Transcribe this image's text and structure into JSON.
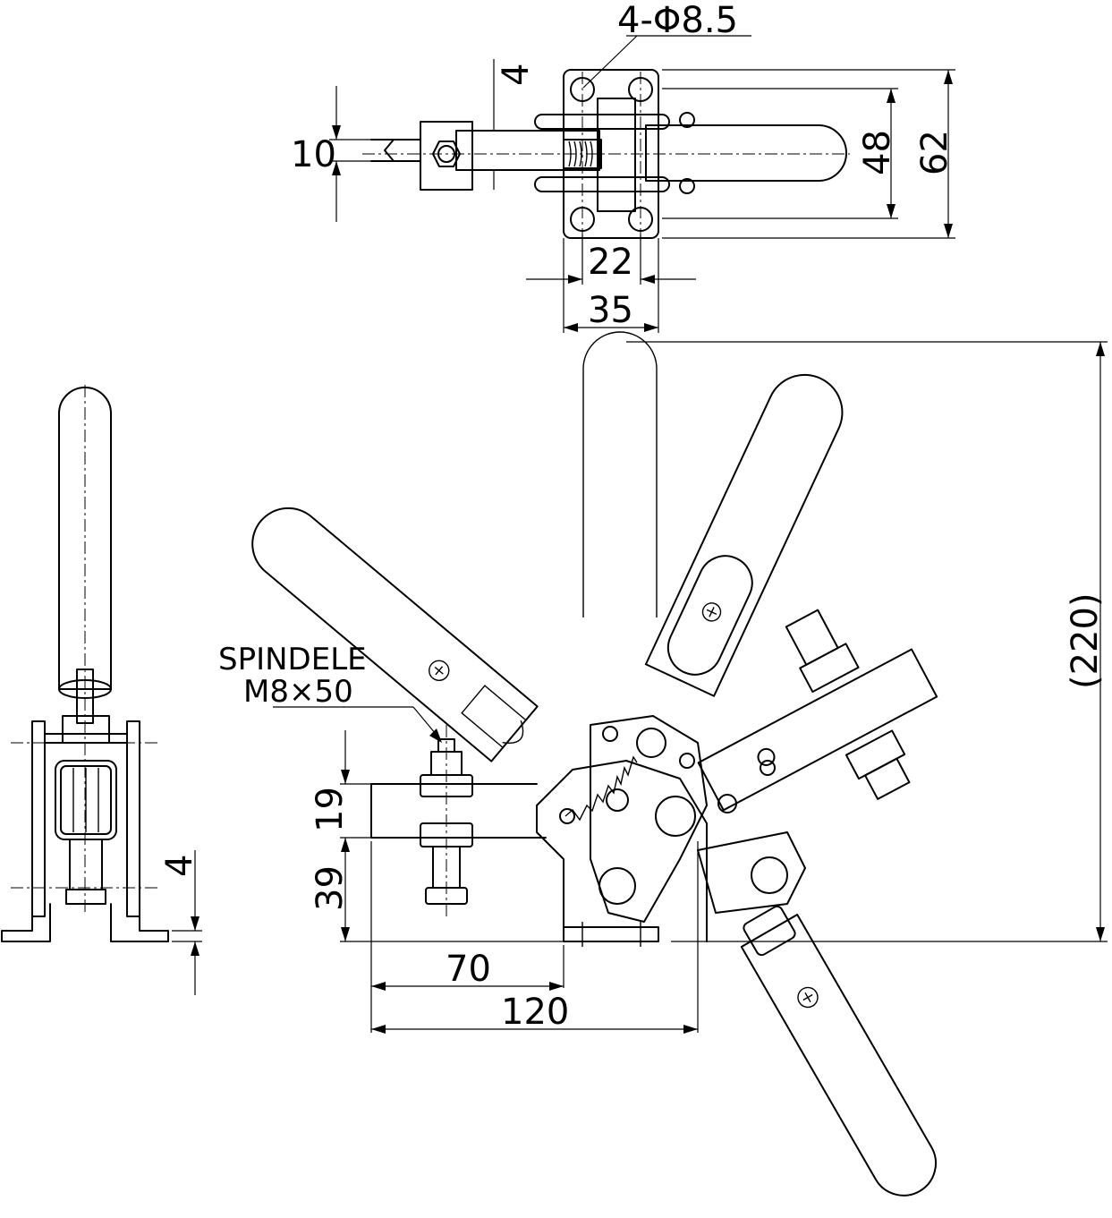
{
  "dimensions": {
    "holes": "4-Φ8.5",
    "top_offset": "4",
    "spindle_width": "10",
    "inner_width": "48",
    "overall_width": "62",
    "bolt_spacing": "22",
    "base_width": "35",
    "height_total": "(220)",
    "spindle_height_19": "19",
    "base_height_39": "39",
    "base_length_70": "70",
    "overall_length_120": "120",
    "base_thickness": "4"
  },
  "labels": {
    "spindle_line1": "SPINDELE",
    "spindle_line2": "M8×50"
  }
}
